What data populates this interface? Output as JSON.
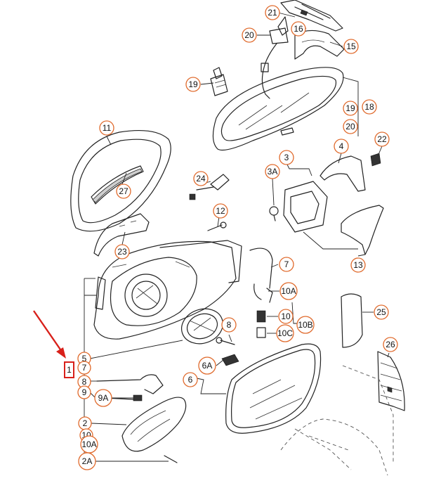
{
  "callouts": {
    "c21": "21",
    "c16": "16",
    "c20a": "20",
    "c15": "15",
    "c19a": "19",
    "c19b": "19",
    "c18": "18",
    "c20b": "20",
    "c11": "11",
    "c22": "22",
    "c4": "4",
    "c3": "3",
    "c3A": "3A",
    "c24": "24",
    "c27": "27",
    "c12": "12",
    "c23": "23",
    "c13": "13",
    "c7": "7",
    "c10A": "10A",
    "c10": "10",
    "c25": "25",
    "c10B": "10B",
    "c10C": "10C",
    "c8": "8",
    "c26": "26",
    "c5": "5",
    "c1": "1",
    "c7b": "7",
    "c6A": "6A",
    "c8b": "8",
    "c6": "6",
    "c9": "9",
    "c9A": "9A",
    "c2": "2",
    "c10b": "10",
    "c10Ab": "10A",
    "c2A": "2A"
  },
  "colors": {
    "callout_border": "#e06a2c",
    "highlight": "#d8201a",
    "line": "#222222"
  }
}
